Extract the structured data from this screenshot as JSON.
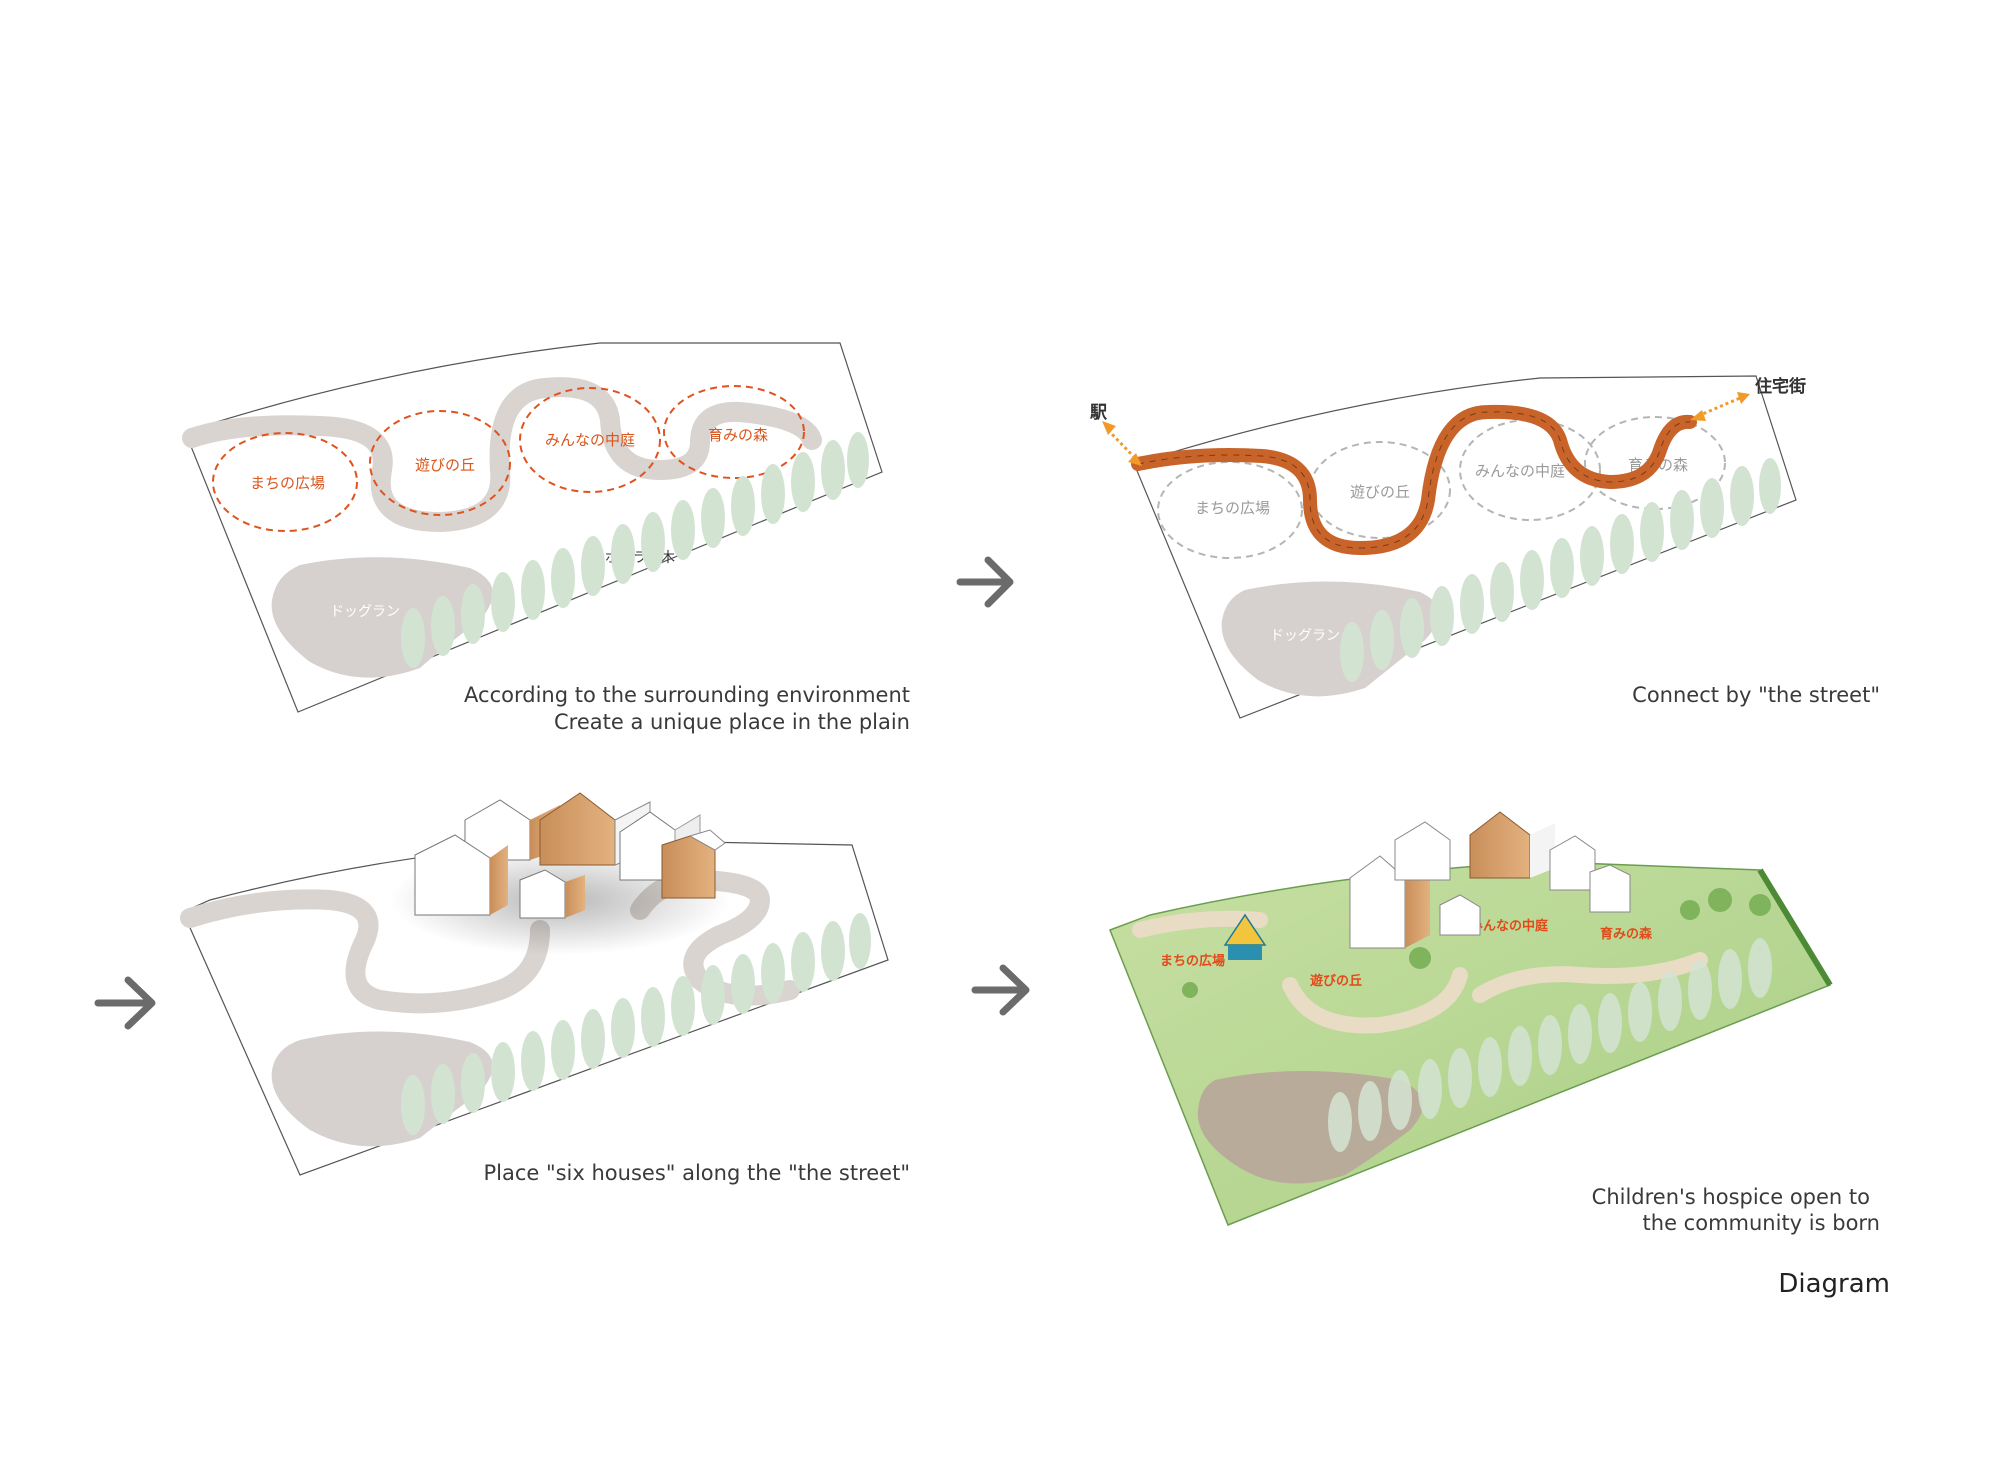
{
  "title": "Diagram",
  "panels": [
    {
      "caption_lines": [
        "According to the surrounding environment",
        "Create a unique place in the plain"
      ],
      "zones": [
        "まちの広場",
        "遊びの丘",
        "みんなの中庭",
        "育みの森"
      ],
      "tree_row_label": "ポプラ並木",
      "dog_run_label": "ドッグラン"
    },
    {
      "caption_lines": [
        "Connect by \"the street\""
      ],
      "zones": [
        "まちの広場",
        "遊びの丘",
        "みんなの中庭",
        "育みの森"
      ],
      "dog_run_label": "ドッグラン",
      "station_label": "駅",
      "residential_label": "住宅街"
    },
    {
      "caption_lines": [
        "Place \"six houses\" along the \"the street\""
      ]
    },
    {
      "caption_lines": [
        "Children's hospice open to",
        "the community is born"
      ],
      "zones": [
        "まちの広場",
        "遊びの丘",
        "みんなの中庭",
        "育みの森"
      ]
    }
  ],
  "colors": {
    "street_orange": "#c8642a",
    "zone_outline_orange": "#e0521e",
    "path_gray": "#d9d4d0",
    "tree_green": "#d3e3d2",
    "arrow_gray": "#6b6b6b",
    "grass_green": "#bcd89a"
  }
}
